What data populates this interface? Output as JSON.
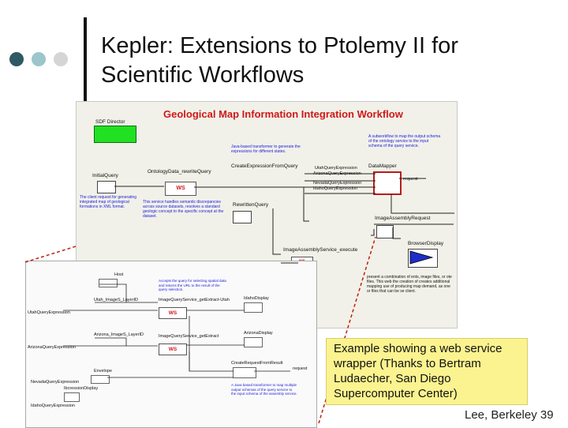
{
  "slide": {
    "title_line1": "Kepler: Extensions to Ptolemy II for",
    "title_line2": "Scientific Workflows",
    "credit": "Lee, Berkeley 39",
    "callout": "Example showing a web service wrapper (Thanks to Bertram Ludaecher, San Diego Supercomputer Center)"
  },
  "colors": {
    "dot_dark": "#2e5965",
    "dot_mid": "#9cc6cc",
    "dot_light": "#d5d5d5",
    "title_red": "#d01818",
    "director_green": "#22e022",
    "note_blue": "#1a1adc",
    "callout_yellow": "#fbf38f",
    "dashed_red": "#c02010"
  },
  "workflow1": {
    "title": "Geological Map Information Integration Workflow",
    "director": "SDF Director",
    "initial_query": "InitialQuery",
    "ontology": "OntologyData_rewriteQuery",
    "create_expression": "CreateExpressionFromQuery",
    "data_mapper": "DataMapper",
    "request": "request",
    "rewritten_query": "RewrittenQuery",
    "image_assembly_request": "ImageAssemblyRequest",
    "browser_display": "BrowserDisplay",
    "image_assembly_service": "ImageAssemblyService_execute",
    "ws": "WS",
    "port_utah": "UtahQueryExpression",
    "port_arizona": "ArizonaQueryExpression",
    "port_nevada": "NevadaQueryExpression",
    "port_idaho": "IdahoQueryExpression",
    "note_java": "Java-based transformer to generate the expressions for different states.",
    "note_subworkflow": "A subworkflow to map the output schema of the ontology service to the input schema of the query service.",
    "note_client": "The client request for generating integrated map of geological formations in XML format.",
    "note_service": "This service handles semantic discrepancies across source datasets, resolves a standard geologic concept to the specific concept at the dataset.",
    "note_right": "present a combination of ents, image files, or ote files. This web the creation of creates additional mapping use of producing map demand, as one or files that can be se client.",
    "ws_partial": "ws"
  },
  "workflow2": {
    "host": "Host",
    "utah_layer": "Utah_ImageS_LayerID",
    "image_query_utah": "ImageQueryService_getExtract-Utah",
    "idaho_display": "IdahoDisplay",
    "utah_query_expression": "UtahQueryExpression",
    "arizona_layer": "Arizona_ImageS_LayerID",
    "image_query_arizona": "ImageQueryService_getExtract",
    "arizona_display": "ArizonaDisplay",
    "arizona_query_expression": "ArizonaQueryExpression",
    "envelope": "Envelope",
    "create_request": "CreateRequestFromResult",
    "request": "request",
    "nevada_query_expression": "NevadaQueryExpression",
    "ib_display": "IbcressionDisplay",
    "idaho_query_expression": "IdahoQueryExpression",
    "ws": "WS",
    "note_accept": "Accepts the query for selecting spatial data and returns the URL to the result of the query selection.",
    "note_java": "A Java based transformer to map multiple output schemas of the query service to the input schema of the assembly service."
  }
}
